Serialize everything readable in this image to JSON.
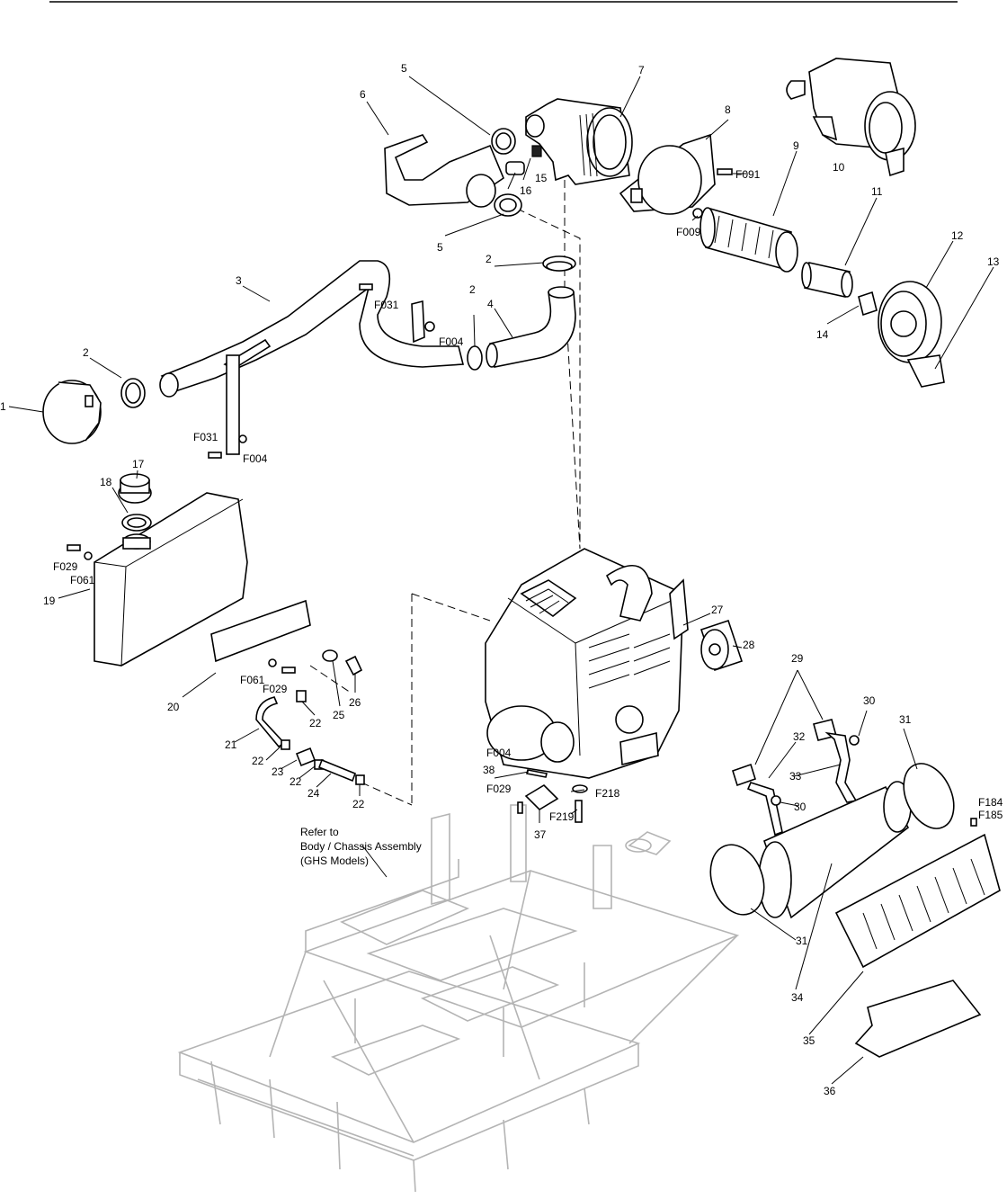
{
  "labels": {
    "p1": "1",
    "p2a": "2",
    "p2b": "2",
    "p2c": "2",
    "p3": "3",
    "p4": "4",
    "p5a": "5",
    "p5b": "5",
    "p6": "6",
    "p7": "7",
    "p8": "8",
    "p9": "9",
    "p10": "10",
    "p11": "11",
    "p12": "12",
    "p13": "13",
    "p14": "14",
    "p15": "15",
    "p16": "16",
    "p17": "17",
    "p18": "18",
    "p19": "19",
    "p20": "20",
    "p21": "21",
    "p22a": "22",
    "p22b": "22",
    "p22c": "22",
    "p22d": "22",
    "p23": "23",
    "p24": "24",
    "p25": "25",
    "p26": "26",
    "p27": "27",
    "p28": "28",
    "p29": "29",
    "p30a": "30",
    "p30b": "30",
    "p31a": "31",
    "p31b": "31",
    "p32": "32",
    "p33": "33",
    "p34": "34",
    "p35": "35",
    "p36": "36",
    "p37": "37",
    "p38": "38",
    "f091": "F091",
    "f009": "F009",
    "f004a": "F004",
    "f004b": "F004",
    "f004c": "F004",
    "f031a": "F031",
    "f031b": "F031",
    "f029a": "F029",
    "f029b": "F029",
    "f029c": "F029",
    "f061a": "F061",
    "f061b": "F061",
    "f218": "F218",
    "f219": "F219",
    "f184": "F184",
    "f185": "F185"
  },
  "reference_note": {
    "line1": "Refer to",
    "line2": "Body / Chassis Assembly",
    "line3": "(GHS Models)"
  }
}
